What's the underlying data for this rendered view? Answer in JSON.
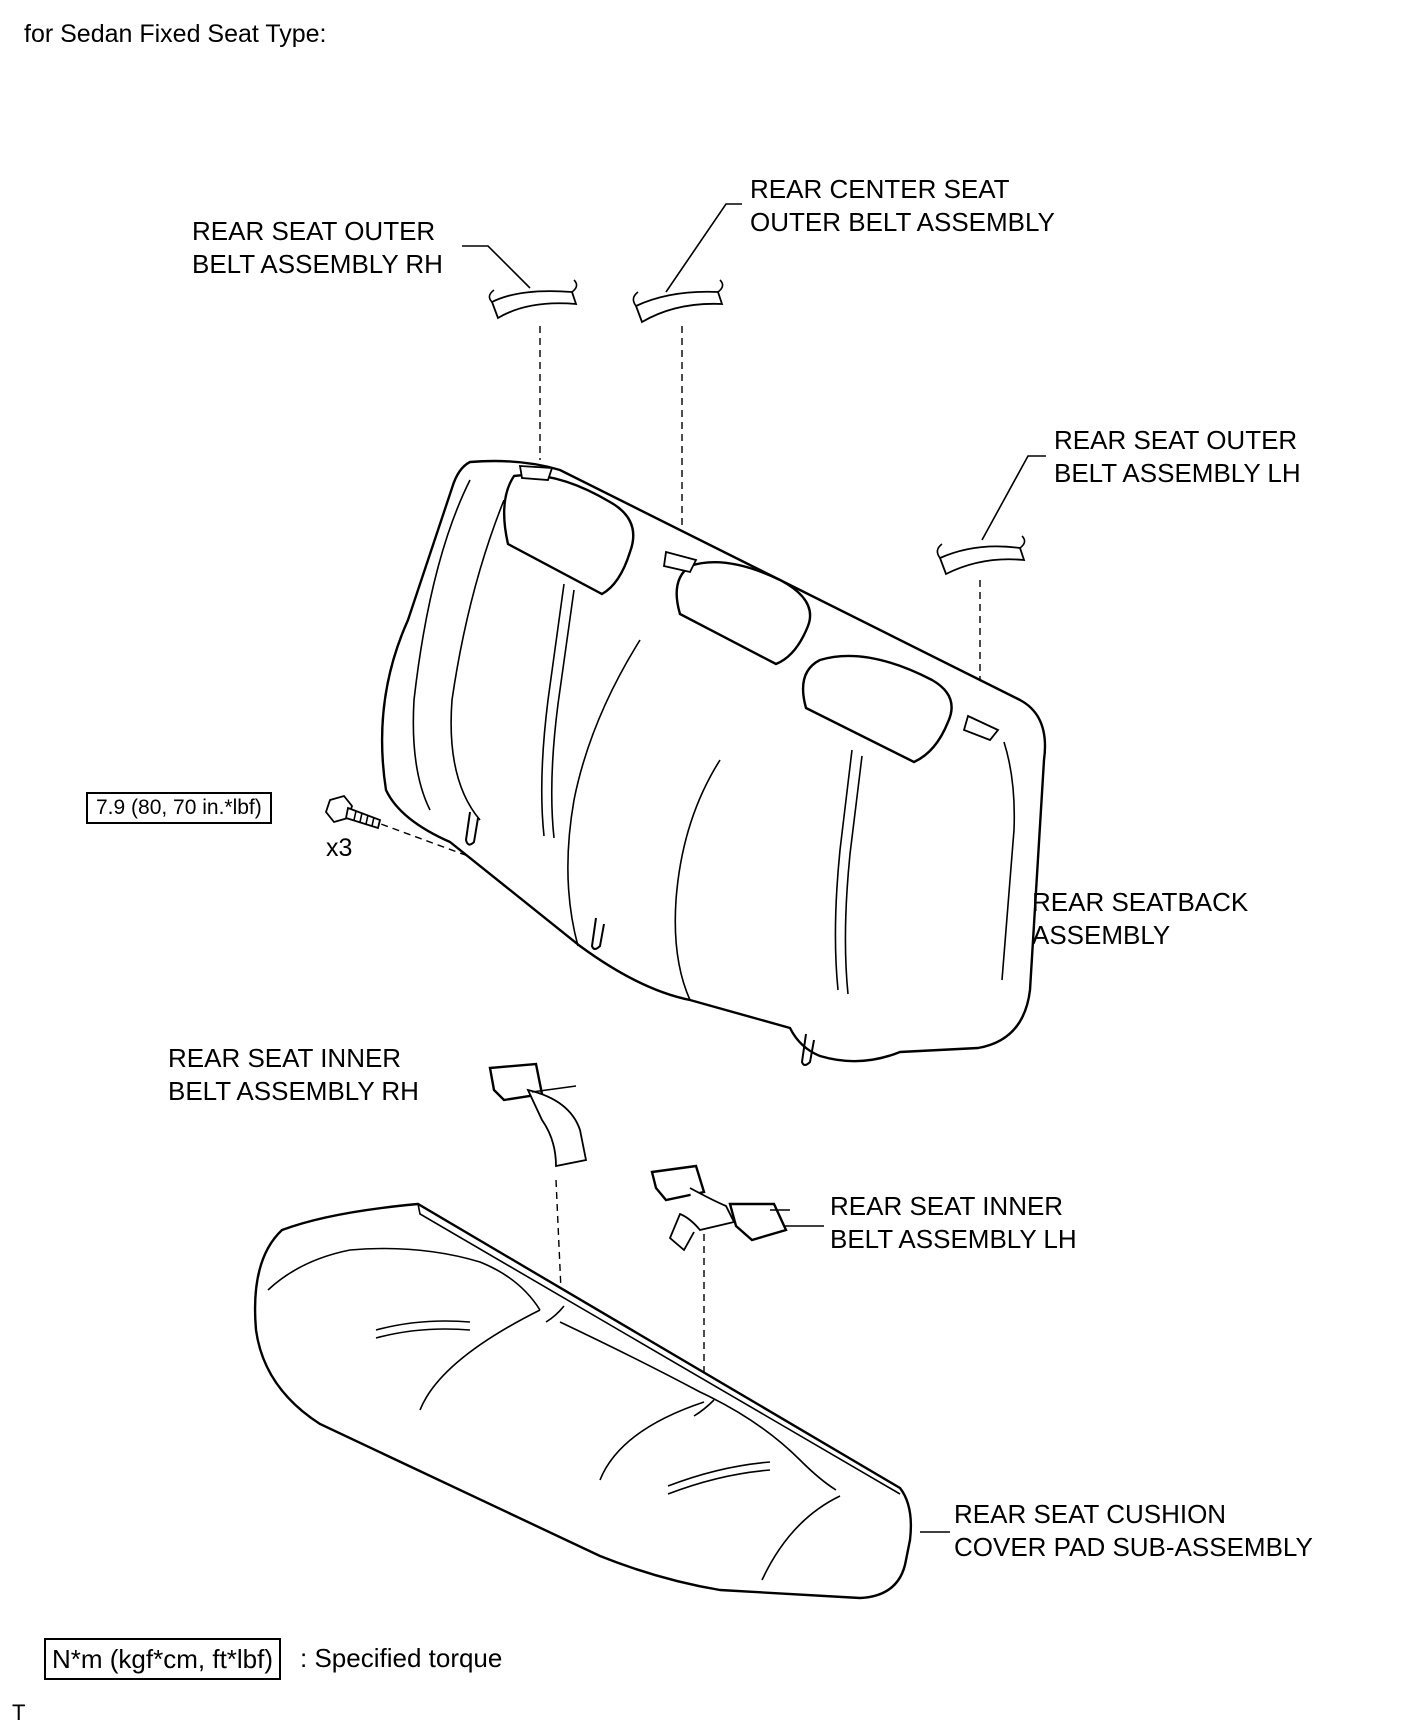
{
  "header": {
    "title": "for Sedan Fixed Seat   Type:"
  },
  "labels": {
    "rear_seat_outer_belt_rh": [
      "REAR SEAT OUTER",
      "BELT ASSEMBLY RH"
    ],
    "rear_center_seat_outer_belt": [
      "REAR CENTER SEAT",
      "OUTER BELT ASSEMBLY"
    ],
    "rear_seat_outer_belt_lh": [
      "REAR SEAT OUTER",
      "BELT ASSEMBLY LH"
    ],
    "rear_seatback_assembly": [
      "REAR SEATBACK",
      "ASSEMBLY"
    ],
    "rear_seat_inner_belt_rh": [
      "REAR SEAT INNER",
      "BELT ASSEMBLY RH"
    ],
    "rear_seat_inner_belt_lh": [
      "REAR SEAT INNER",
      "BELT ASSEMBLY LH"
    ],
    "rear_seat_cushion": [
      "REAR SEAT CUSHION",
      "COVER PAD SUB-ASSEMBLY"
    ]
  },
  "torque": {
    "value": "7.9 (80, 70 in.*lbf)",
    "quantity": "x3"
  },
  "legend": {
    "box": "N*m (kgf*cm, ft*lbf)",
    "text": ": Specified torque"
  },
  "footer": {
    "mark": "T"
  }
}
